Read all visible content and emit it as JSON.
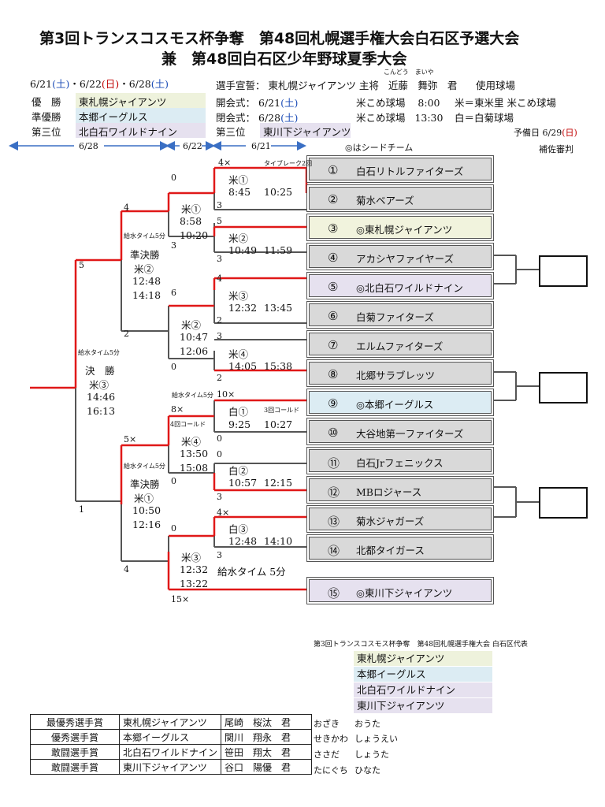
{
  "header": {
    "title_line1": "第3回トランスコスモス杯争奪　第48回札幌選手権大会白石区予選大会",
    "title_line2": "兼　第48回白石区少年野球夏季大会"
  },
  "info": {
    "dates": [
      "6/21",
      "(土)",
      "・6/22",
      "(日)",
      "・6/28",
      "(土)"
    ],
    "oath_label": "選手宣誓：",
    "oath_team": "東札幌ジャイアンツ",
    "oath_role": "主将",
    "oath_name": "近藤　舞弥　君",
    "oath_ruby": "こんどう　まいや",
    "venue_label": "使用球場",
    "opening_label": "開会式：",
    "opening_date": "6/21",
    "opening_day": "(土)",
    "opening_place": "米こめ球場",
    "opening_time": "8:00",
    "closing_label": "閉会式：",
    "closing_date": "6/28",
    "closing_day": "(土)",
    "closing_place": "米こめ球場",
    "closing_time": "13:30",
    "venue1": "米＝東米里 米こめ球場",
    "venue2": "白＝白菊球場",
    "reserve_label": "予備日 6/29",
    "reserve_day": "(日)",
    "umpire": "補佐審判",
    "seed_note": "◎はシードチーム"
  },
  "results": {
    "win_label": "優　勝",
    "win_team": "東札幌ジャイアンツ",
    "runner_label": "準優勝",
    "runner_team": "本郷イーグルス",
    "third_label": "第三位",
    "third_team1": "北白石ワイルドナイン",
    "third_label2": "第三位",
    "third_team2": "東川下ジャイアンツ"
  },
  "colors": {
    "win": "#eef2dc",
    "runner": "#dcecf3",
    "third": "#e6e1ef",
    "bracket_red": "#e01818",
    "team_bg": "#d9d9d9"
  },
  "round_dates": [
    "6/28",
    "6/22",
    "6/21"
  ],
  "teams": [
    {
      "num": "①",
      "name": "白石リトルファイターズ"
    },
    {
      "num": "②",
      "name": "菊水ベアーズ"
    },
    {
      "num": "③",
      "name": "◎東札幌ジャイアンツ"
    },
    {
      "num": "④",
      "name": "アカシヤファイヤーズ"
    },
    {
      "num": "⑤",
      "name": "◎北白石ワイルドナイン"
    },
    {
      "num": "⑥",
      "name": "白菊ファイターズ"
    },
    {
      "num": "⑦",
      "name": "エルムファイターズ"
    },
    {
      "num": "⑧",
      "name": "北郷サラブレッツ"
    },
    {
      "num": "⑨",
      "name": "◎本郷イーグルス"
    },
    {
      "num": "⑩",
      "name": "大谷地第一ファイターズ"
    },
    {
      "num": "⑪",
      "name": "白石Jrフェニックス"
    },
    {
      "num": "⑫",
      "name": "MBロジャース"
    },
    {
      "num": "⑬",
      "name": "菊水ジャガーズ"
    },
    {
      "num": "⑭",
      "name": "北都タイガース"
    },
    {
      "num": "⑮",
      "name": "◎東川下ジャイアンツ"
    }
  ],
  "games": {
    "g_kome1": {
      "label": "米①",
      "start": "8:45",
      "end": "10:25",
      "score_top": "4×",
      "score_bot": "3",
      "note": "タイブレーク2回"
    },
    "g_kome2": {
      "label": "米②",
      "start": "10:49",
      "end": "11:59",
      "score_top": "5",
      "score_bot": "3"
    },
    "g_kome3": {
      "label": "米③",
      "start": "12:32",
      "end": "13:45",
      "score_top": "4",
      "score_bot": "2"
    },
    "g_kome4": {
      "label": "米④",
      "start": "14:05",
      "end": "15:38",
      "score_top": "3",
      "score_bot": "2"
    },
    "g_shiro1": {
      "label": "白①",
      "start": "9:25",
      "end": "10:27",
      "score_top": "10×",
      "score_bot": "0",
      "note": "3回コールド",
      "water": "給水タイム5分"
    },
    "g_shiro2": {
      "label": "白②",
      "start": "10:57",
      "end": "12:15",
      "score_top": "0",
      "score_bot": "3"
    },
    "g_shiro3": {
      "label": "白③",
      "start": "12:48",
      "end": "14:10",
      "score_top": "4×",
      "score_bot": "3"
    },
    "g_r2a": {
      "label": "米①",
      "start": "8:58",
      "end": "10:20",
      "score_top": "0",
      "score_bot": "3"
    },
    "g_r2b": {
      "label": "米②",
      "start": "10:47",
      "end": "12:06",
      "score_top": "6",
      "score_bot": "0"
    },
    "g_r2c": {
      "label": "米④",
      "start": "13:50",
      "end": "15:08",
      "score_top": "8×",
      "score_bot": "0",
      "note": "4回コールド"
    },
    "g_r2d": {
      "label": "米③",
      "start": "12:32",
      "end": "13:22",
      "score_top": "0",
      "score_bot": "15×",
      "note": "給水タイム 5分"
    },
    "g_semi1": {
      "water": "給水タイム5分",
      "label1": "準決勝",
      "label2": "米②",
      "start": "12:48",
      "end": "14:18",
      "score_top": "4",
      "score_bot": "2"
    },
    "g_semi2": {
      "water": "給水タイム5分",
      "label1": "準決勝",
      "label2": "米①",
      "start": "10:50",
      "end": "12:16",
      "score_top": "5×",
      "score_bot": "4"
    },
    "g_final": {
      "water": "給水タイム5分",
      "label1": "決　勝",
      "label2": "米③",
      "start": "14:46",
      "end": "16:13",
      "score_top": "5",
      "score_bot": "1"
    }
  },
  "rep": {
    "title": "第3回トランスコスモス杯争奪　第48回札幌選手権大会 白石区代表",
    "teams": [
      "東札幌ジャイアンツ",
      "本郷イーグルス",
      "北白石ワイルドナイン",
      "東川下ジャイアンツ"
    ]
  },
  "awards": [
    {
      "award": "最優秀選手賞",
      "team": "東札幌ジャイアンツ",
      "name": "尾崎　桜汰　君",
      "ruby1": "おざき",
      "ruby2": "おうた"
    },
    {
      "award": "優秀選手賞",
      "team": "本郷イーグルス",
      "name": "関川　翔永　君",
      "ruby1": "せきかわ",
      "ruby2": "しょうえい"
    },
    {
      "award": "敢闘選手賞",
      "team": "北白石ワイルドナイン",
      "name": "笹田　翔太　君",
      "ruby1": "ささだ",
      "ruby2": "しょうた"
    },
    {
      "award": "敢闘選手賞",
      "team": "東川下ジャイアンツ",
      "name": "谷口　陽優　君",
      "ruby1": "たにぐち",
      "ruby2": "ひなた"
    }
  ]
}
